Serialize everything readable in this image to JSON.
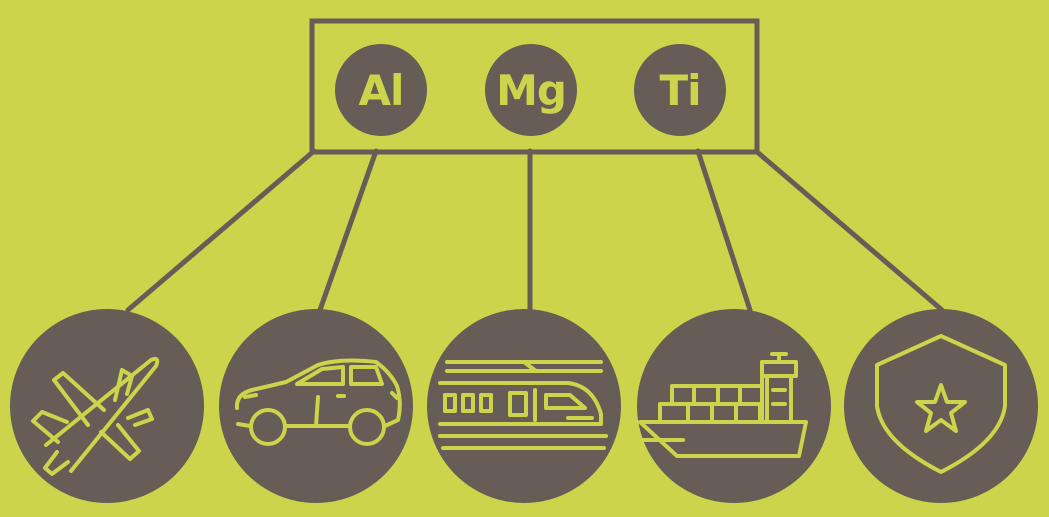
{
  "colors": {
    "background": "#cbd44a",
    "foreground": "#675d57",
    "accent": "#cbd44a"
  },
  "elements": [
    {
      "symbol": "Al"
    },
    {
      "symbol": "Mg"
    },
    {
      "symbol": "Ti"
    }
  ],
  "applications": [
    {
      "icon": "airplane-icon"
    },
    {
      "icon": "car-icon"
    },
    {
      "icon": "train-icon"
    },
    {
      "icon": "ship-icon"
    },
    {
      "icon": "shield-star-icon"
    }
  ]
}
